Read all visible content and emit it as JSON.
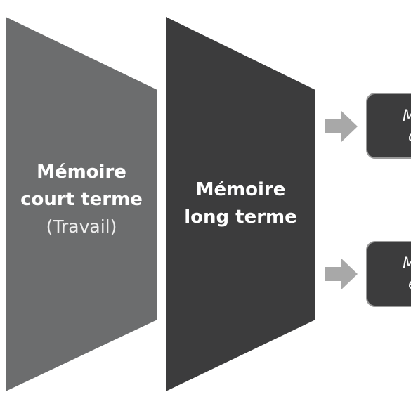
{
  "colors": {
    "short_term_shape": "#6c6d6e",
    "long_term_shape": "#3c3c3d",
    "box_fill": "#3c3c3d",
    "box_border": "#9a9a9a",
    "arrow": "#a8a8a8",
    "text": "#ffffff"
  },
  "short_term": {
    "line1": "Mémoire",
    "line2": "court terme",
    "line3": "(Travail)"
  },
  "long_term": {
    "line1": "Mémoire",
    "line2": "long terme"
  },
  "top_box": {
    "line1": "M",
    "line2": "d"
  },
  "bottom_box": {
    "line1": "M",
    "line2": "é"
  }
}
